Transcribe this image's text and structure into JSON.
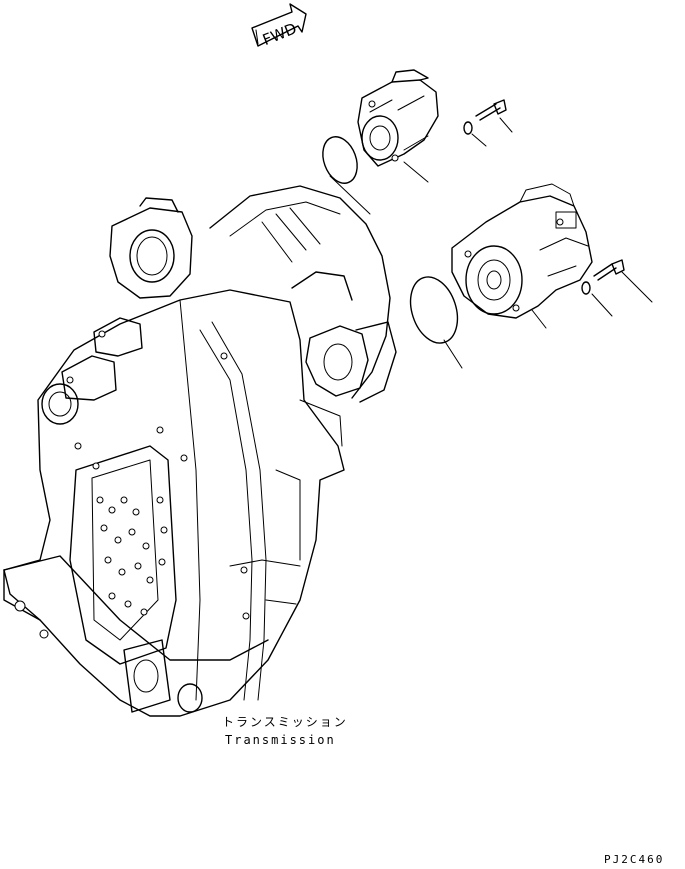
{
  "arrow": {
    "text": "FWD"
  },
  "caption": {
    "japanese": "トランスミッション",
    "english": "Transmission"
  },
  "drawing_code": "PJ2C460"
}
